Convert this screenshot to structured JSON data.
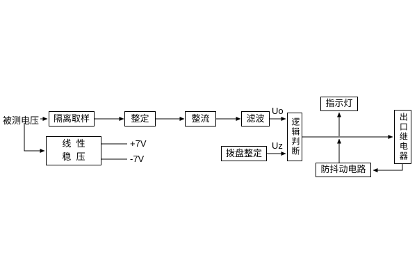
{
  "diagram": {
    "labels": {
      "input": "被测电压",
      "uo": "Uo",
      "uz": "Uz",
      "plus7v": "+7V",
      "minus7v": "-7V"
    },
    "boxes": {
      "isolation": "隔离取样",
      "setting": "整定",
      "rectifier": "整流",
      "filter": "滤波",
      "logic": "逻辑判断",
      "dial": "拨盘整定",
      "indicator": "指示灯",
      "relay": "出口继电器",
      "antijitter": "防抖动电路",
      "regulator_line1": "线  性",
      "regulator_line2": "稳  压"
    },
    "colors": {
      "line": "#000000",
      "background": "#ffffff",
      "box_border": "#000000"
    }
  }
}
